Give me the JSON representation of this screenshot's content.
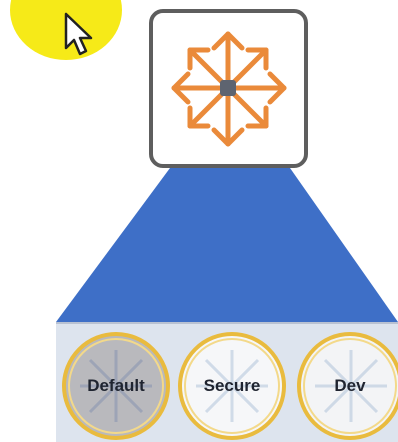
{
  "app_icon": {
    "name": "move-arrows-icon",
    "accent": "#ea8a3a",
    "center": "#5e6470"
  },
  "options": [
    {
      "id": "default",
      "label": "Default",
      "selected": true
    },
    {
      "id": "secure",
      "label": "Secure",
      "selected": false
    },
    {
      "id": "dev",
      "label": "Dev",
      "selected": false
    }
  ],
  "colors": {
    "funnel": "#3e6fc7",
    "ring": "#e9bb3e",
    "tray": "#dde4ee"
  }
}
